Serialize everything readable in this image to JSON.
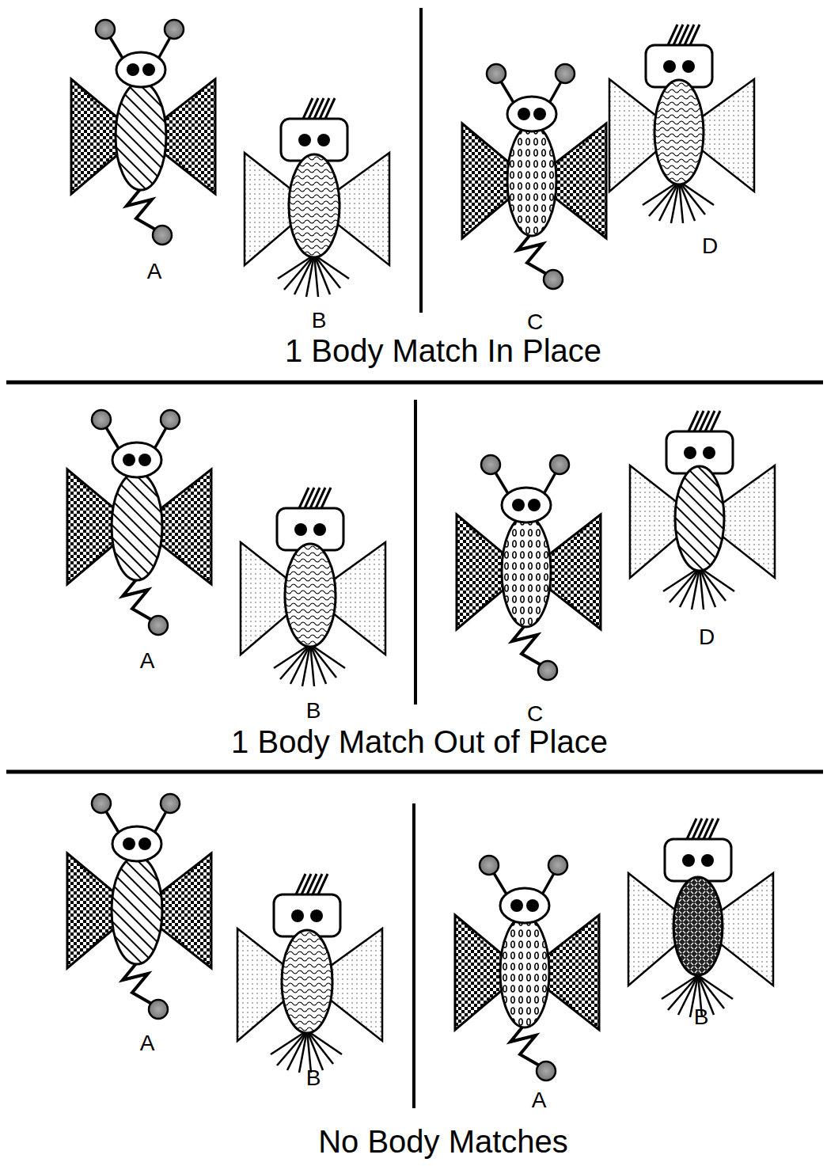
{
  "diagram": {
    "labels": [
      "A",
      "B",
      "C",
      "D",
      "1 Body Match In Place",
      "A",
      "B",
      "C",
      "D",
      "1 Body Match Out of Place",
      "A",
      "B",
      "A",
      "B",
      "No Body Matches"
    ]
  }
}
